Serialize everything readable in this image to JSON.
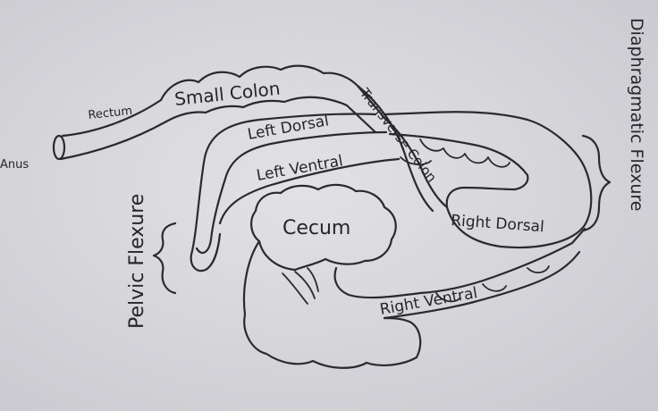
{
  "labels": {
    "anus": "Anus",
    "rectum": "Rectum",
    "small_colon": "Small Colon",
    "transverse_colon": "Transverse Colon",
    "left_dorsal": "Left Dorsal",
    "left_ventral": "Left Ventral",
    "cecum": "Cecum",
    "right_dorsal": "Right Dorsal",
    "right_ventral": "Right Ventral",
    "pelvic_flexure": "Pelvic Flexure",
    "diaphragmatic_flexure": "Diaphragmatic Flexure"
  },
  "colors": {
    "paper": "#d9d9de",
    "ink": "#2a2a2e"
  }
}
